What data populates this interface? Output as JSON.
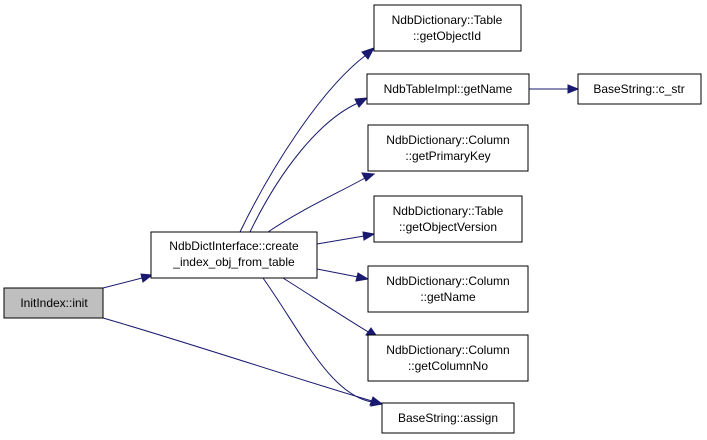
{
  "colors": {
    "edge": "#191970",
    "current_node_fill": "#bfbfbf",
    "node_fill": "#ffffff",
    "node_border": "#000000"
  },
  "nodes": {
    "init_index": {
      "lines": [
        "InitIndex::init"
      ]
    },
    "create_index_obj": {
      "lines": [
        "NdbDictInterface::create",
        "_index_obj_from_table"
      ]
    },
    "table_get_object_id": {
      "lines": [
        "NdbDictionary::Table",
        "::getObjectId"
      ]
    },
    "table_impl_get_name": {
      "lines": [
        "NdbTableImpl::getName"
      ]
    },
    "base_string_c_str": {
      "lines": [
        "BaseString::c_str"
      ]
    },
    "column_get_primary_key": {
      "lines": [
        "NdbDictionary::Column",
        "::getPrimaryKey"
      ]
    },
    "table_get_object_version": {
      "lines": [
        "NdbDictionary::Table",
        "::getObjectVersion"
      ]
    },
    "column_get_name": {
      "lines": [
        "NdbDictionary::Column",
        "::getName"
      ]
    },
    "column_get_column_no": {
      "lines": [
        "NdbDictionary::Column",
        "::getColumnNo"
      ]
    },
    "base_string_assign": {
      "lines": [
        "BaseString::assign"
      ]
    }
  }
}
